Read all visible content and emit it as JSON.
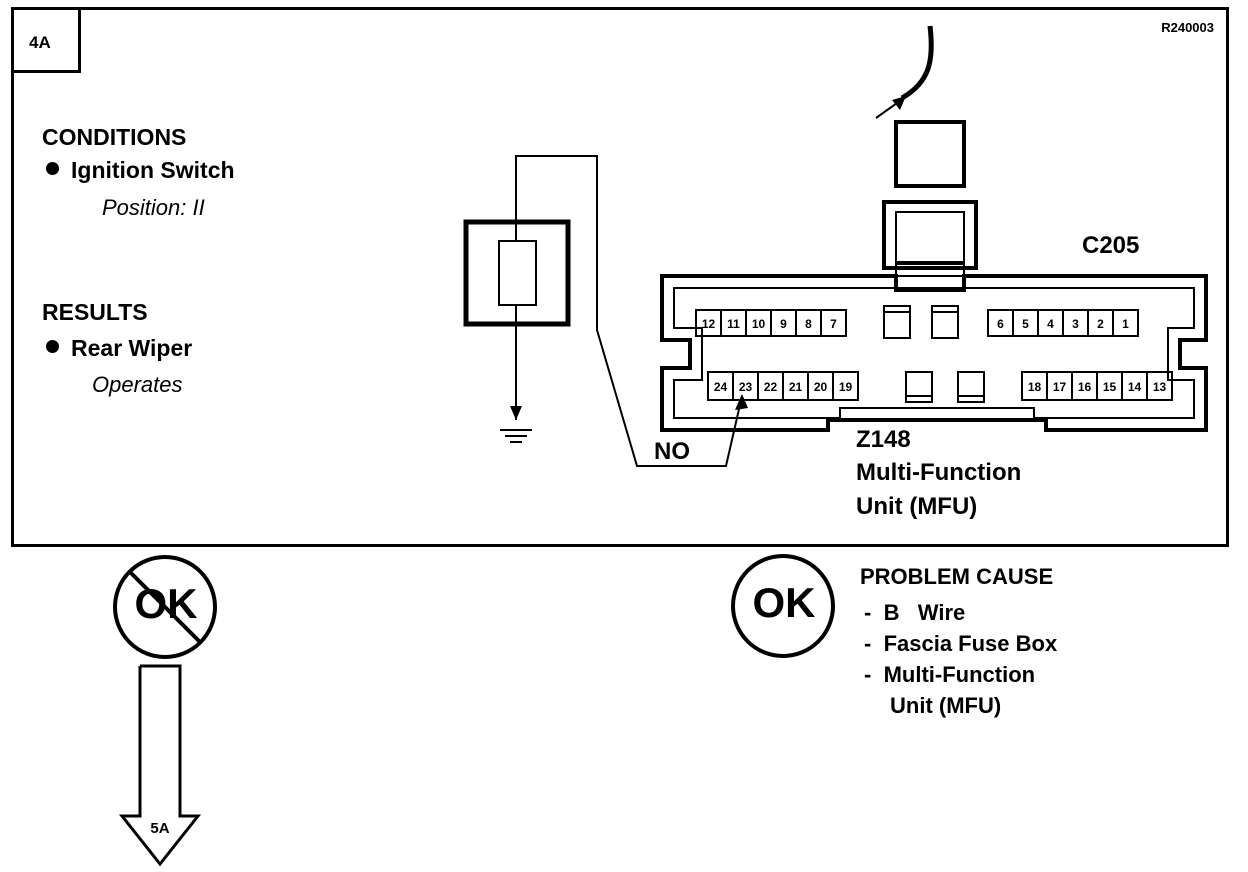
{
  "step": "4A",
  "reference": "R240003",
  "conditions": {
    "heading": "CONDITIONS",
    "item": "Ignition Switch",
    "detail": "Position: II"
  },
  "results": {
    "heading": "RESULTS",
    "item": "Rear Wiper",
    "detail": "Operates"
  },
  "connector": {
    "id": "C205",
    "component_code": "Z148",
    "component_line1": "Multi-Function",
    "component_line2": "Unit (MFU)",
    "probe_pin_label": "NO",
    "top_row_left": [
      "12",
      "11",
      "10",
      "9",
      "8",
      "7"
    ],
    "top_row_right": [
      "6",
      "5",
      "4",
      "3",
      "2",
      "1"
    ],
    "bottom_row_left": [
      "24",
      "23",
      "22",
      "21",
      "20",
      "19"
    ],
    "bottom_row_right": [
      "18",
      "17",
      "16",
      "15",
      "14",
      "13"
    ]
  },
  "not_ok": {
    "label": "OK",
    "next_step": "5A"
  },
  "ok": {
    "label": "OK",
    "heading": "PROBLEM CAUSE",
    "causes": [
      "B   Wire",
      "Fascia Fuse Box",
      "Multi-Function"
    ],
    "cause_continuation": "Unit (MFU)",
    "dash": "-"
  }
}
